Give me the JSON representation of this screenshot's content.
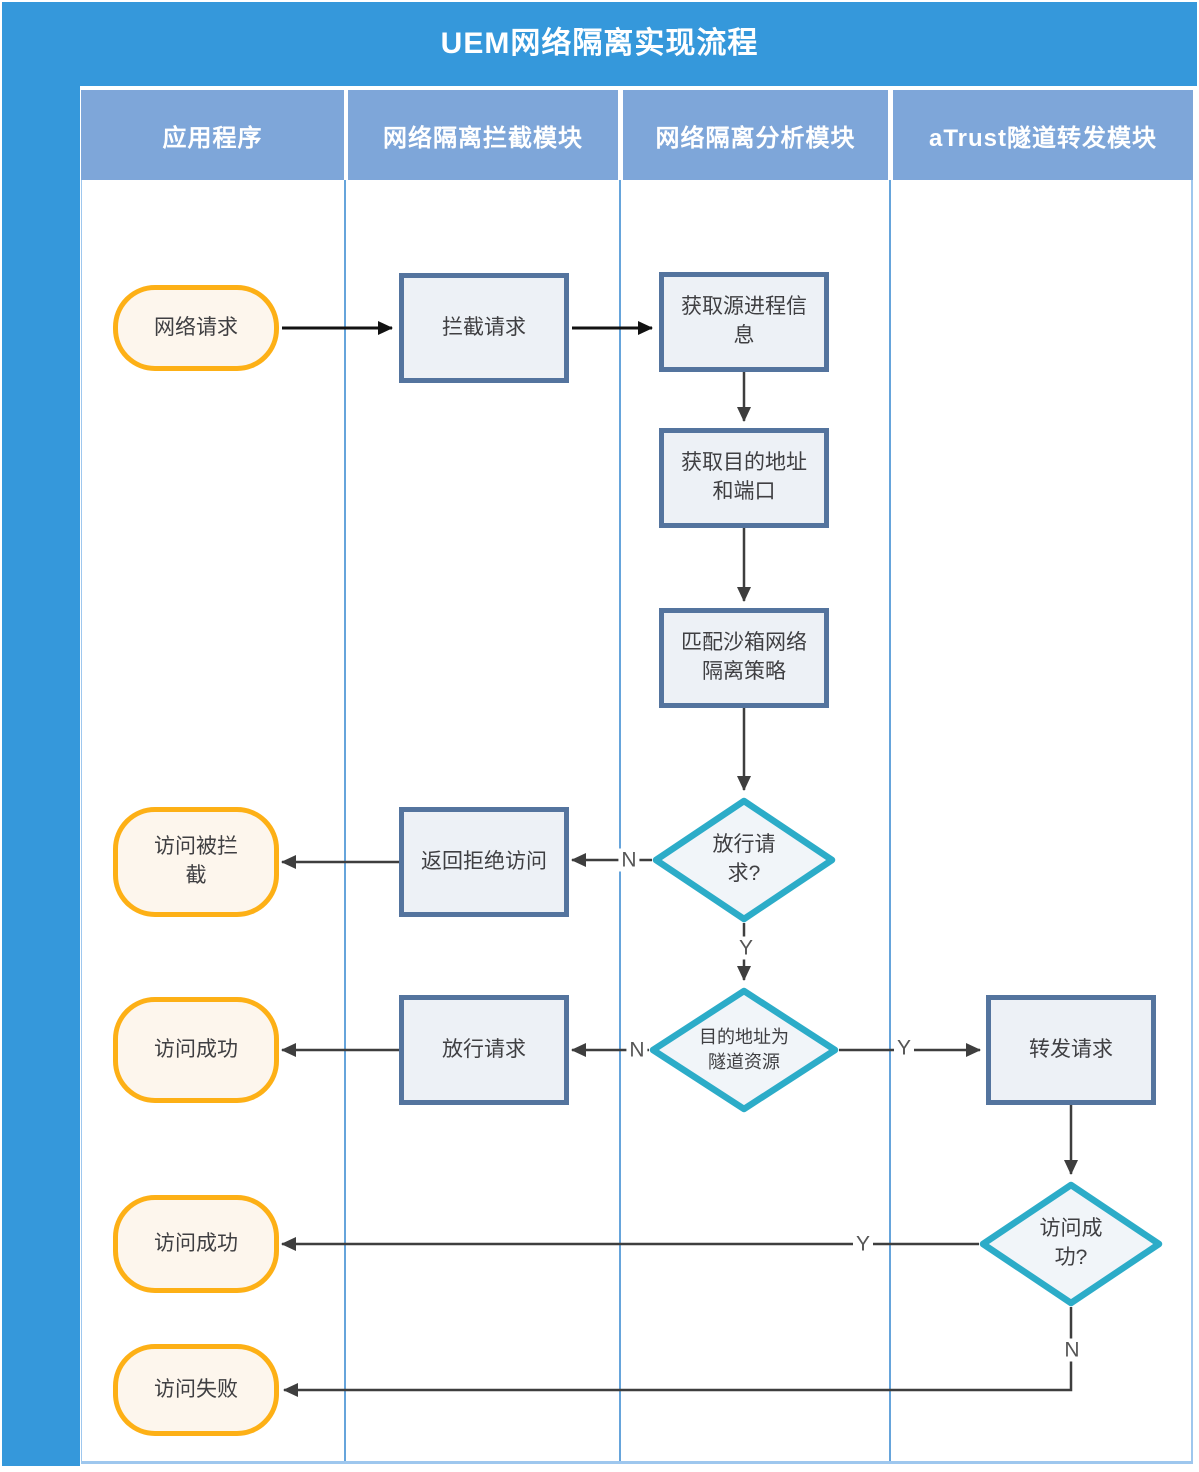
{
  "title": "UEM网络隔离实现流程",
  "lanes": [
    {
      "label": "应用程序"
    },
    {
      "label": "网络隔离拦截模块"
    },
    {
      "label": "网络隔离分析模块"
    },
    {
      "label": "aTrust隧道转发模块"
    }
  ],
  "nodes": {
    "start": {
      "type": "terminal",
      "label": "网络请求"
    },
    "intercept": {
      "type": "process",
      "label": "拦截请求"
    },
    "get_source": {
      "type": "process",
      "label": "获取源进程信息"
    },
    "get_dest": {
      "type": "process",
      "label": "获取目的地址和端口"
    },
    "match_policy": {
      "type": "process",
      "label": "匹配沙箱网络隔离策略"
    },
    "allow_decision": {
      "type": "decision",
      "label": "放行请求?"
    },
    "return_deny": {
      "type": "process",
      "label": "返回拒绝访问"
    },
    "blocked": {
      "type": "terminal",
      "label": "访问被拦截"
    },
    "tunnel_decision": {
      "type": "decision",
      "label": "目的地址为隧道资源"
    },
    "allow_request": {
      "type": "process",
      "label": "放行请求"
    },
    "success_direct": {
      "type": "terminal",
      "label": "访问成功"
    },
    "forward": {
      "type": "process",
      "label": "转发请求"
    },
    "success_decision": {
      "type": "decision",
      "label": "访问成功?"
    },
    "success_tunnel": {
      "type": "terminal",
      "label": "访问成功"
    },
    "fail": {
      "type": "terminal",
      "label": "访问失败"
    }
  },
  "edge_labels": {
    "yes": "Y",
    "no": "N"
  },
  "colors": {
    "title_bar": "#3598DB",
    "lane_header": "#7EA6D9",
    "lane_divider": "#66A4DB",
    "frame_border": "#9EC7EE",
    "process_border": "#54749E",
    "process_fill": "#EDF1F6",
    "decision_border": "#2CACC8",
    "decision_fill": "#F1F5F9",
    "terminal_border": "#FDB016",
    "terminal_fill": "#FDF6ED",
    "arrow": "#3E3E3E"
  }
}
